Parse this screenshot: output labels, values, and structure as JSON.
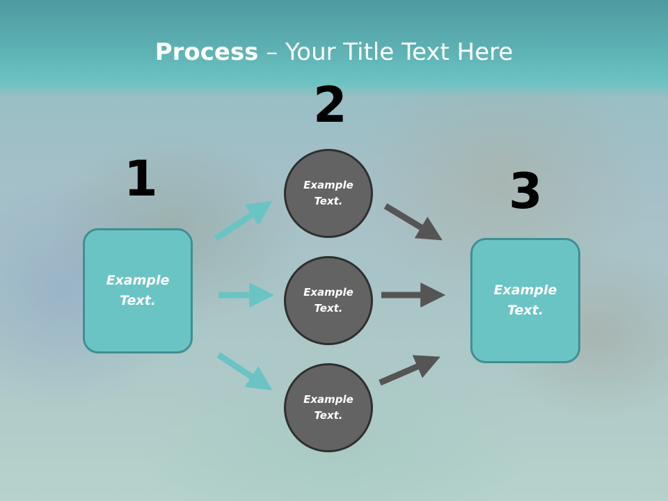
{
  "title": {
    "bold": "Process",
    "rest": " – Your Title Text Here"
  },
  "steps": [
    {
      "number": "1",
      "text": "Example Text."
    },
    {
      "number": "2",
      "items": [
        "Example Text.",
        "Example Text.",
        "Example Text."
      ]
    },
    {
      "number": "3",
      "text": "Example Text."
    }
  ],
  "colors": {
    "accent": "#6ac4c4",
    "circle": "#636363",
    "teal_arrow": "#6ac4c4",
    "gray_arrow": "#555555"
  }
}
